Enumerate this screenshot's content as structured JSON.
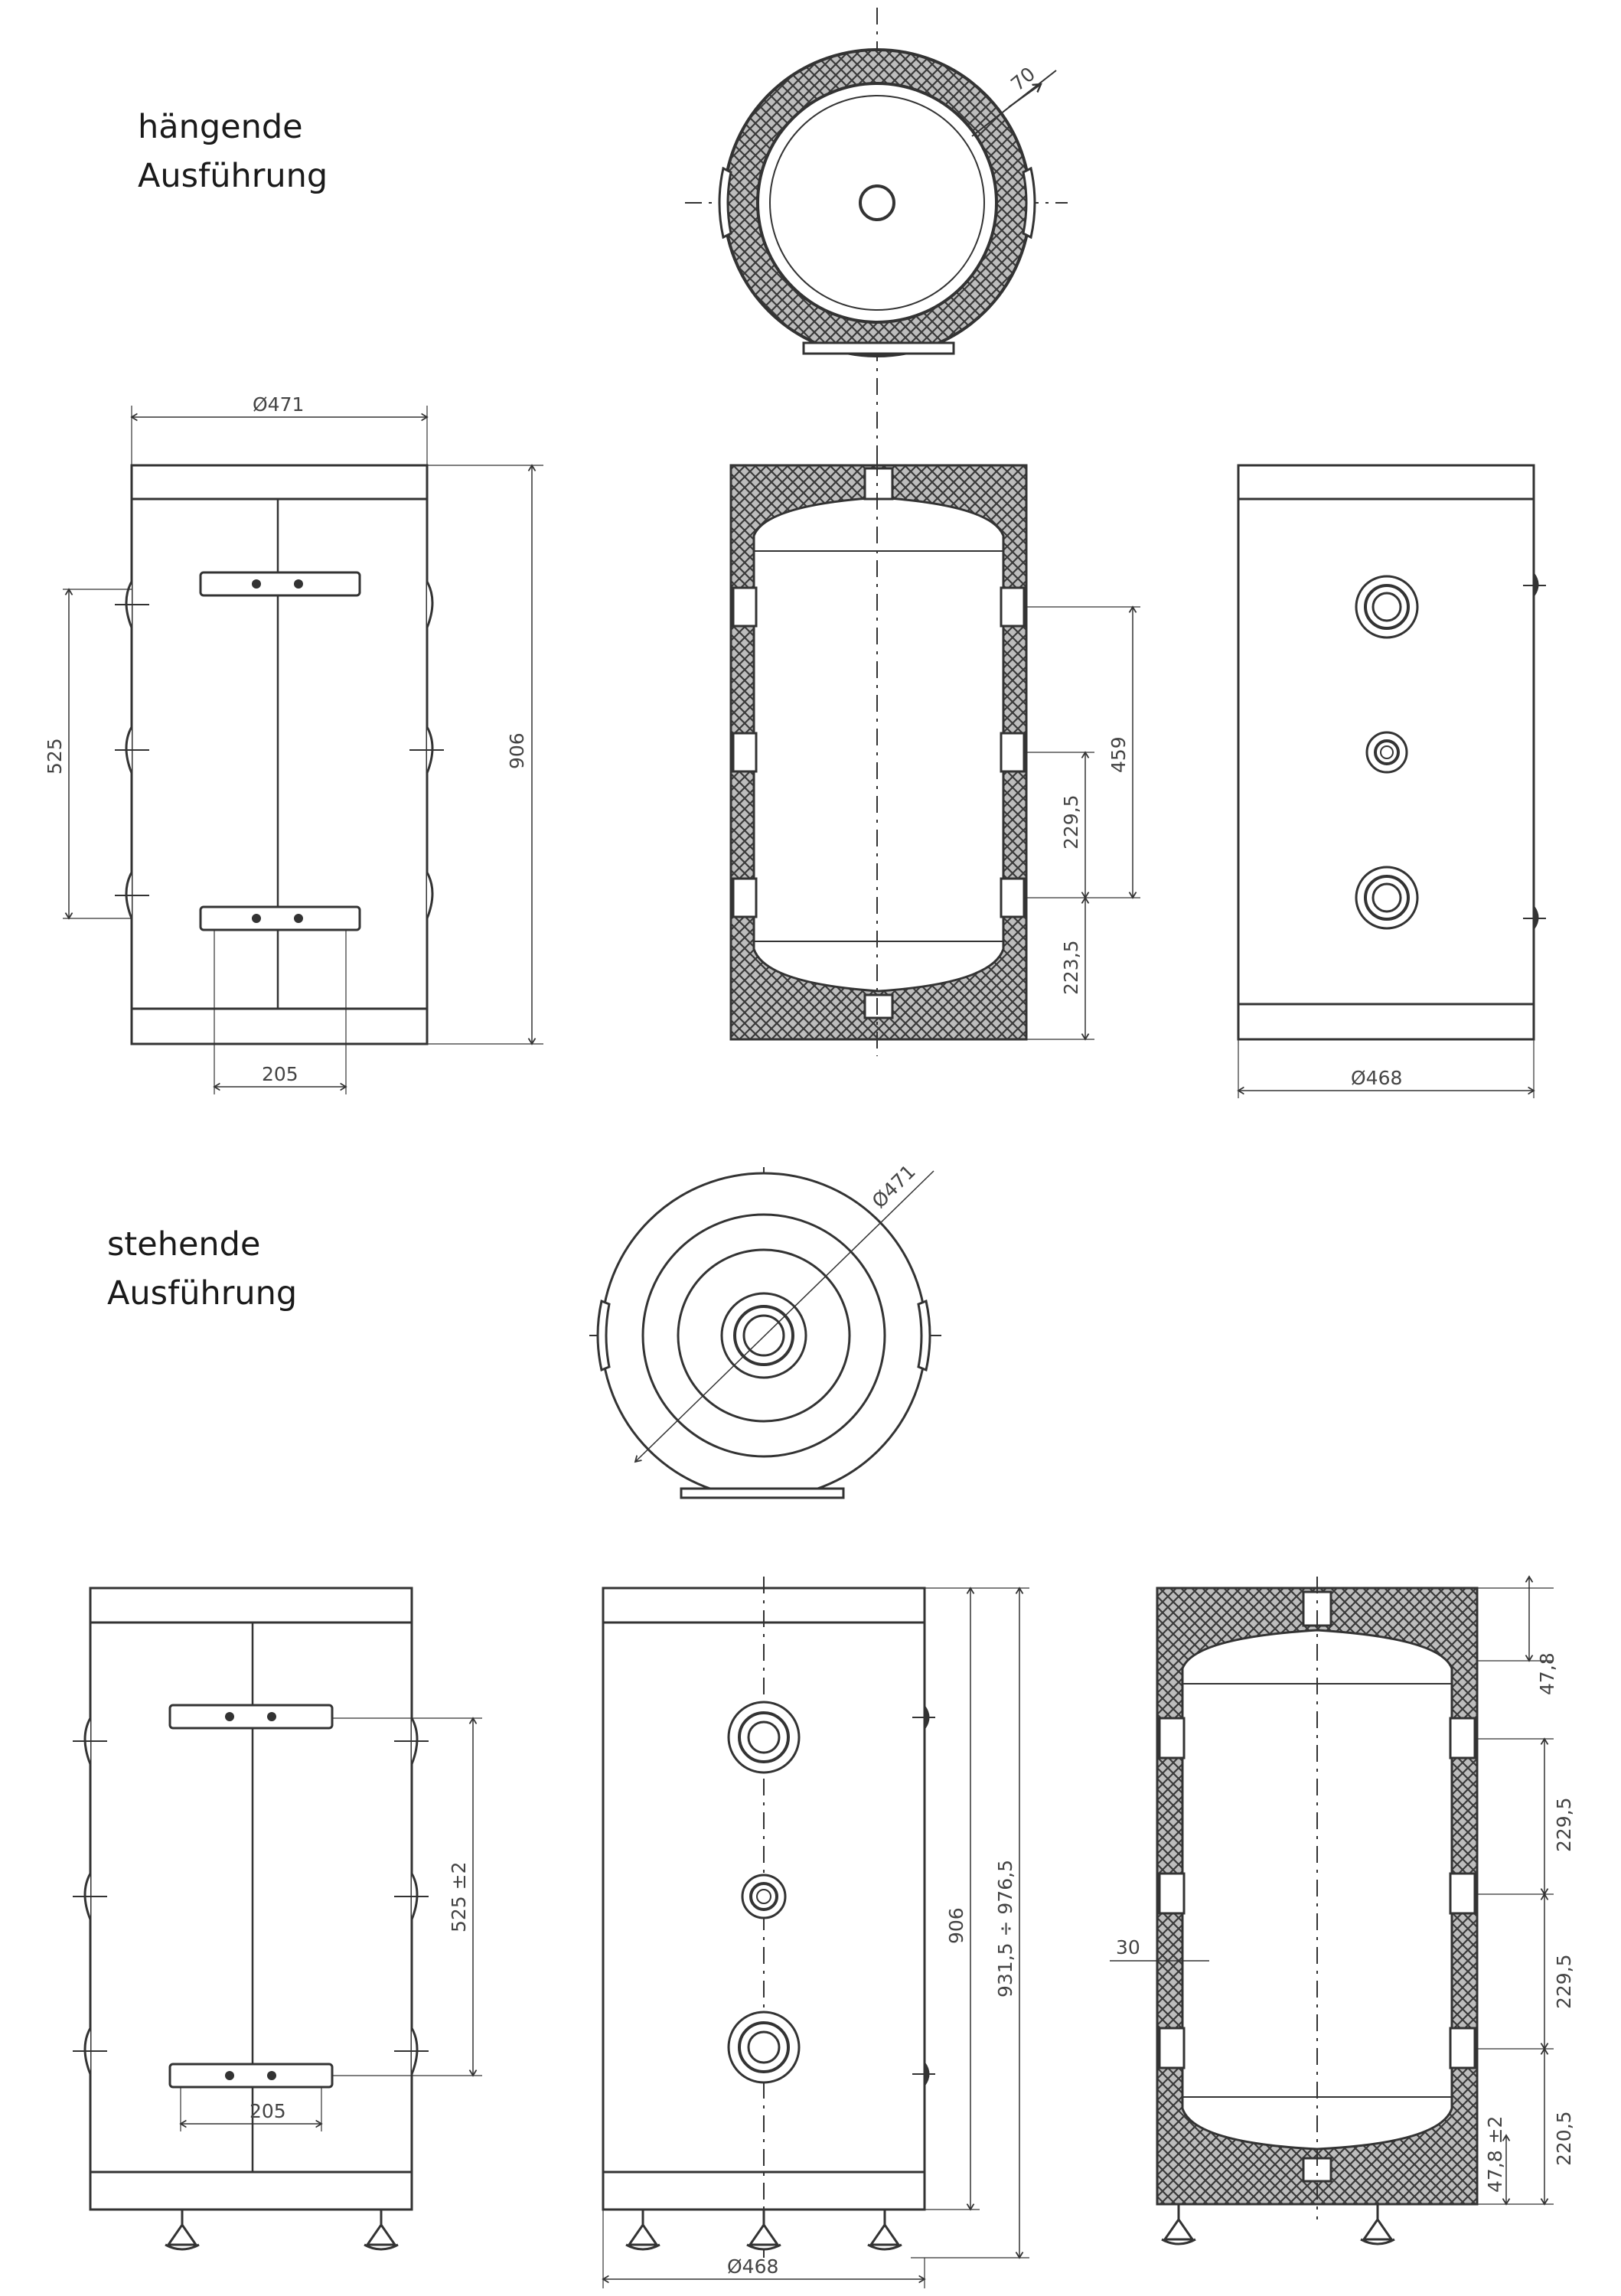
{
  "headings": {
    "hanging_line1": "hängende",
    "hanging_line2": "Ausführung",
    "standing_line1": "stehende",
    "standing_line2": "Ausführung"
  },
  "dimensions": {
    "h_top_insulation": "70",
    "h_diameter_side": "Ø471",
    "h_height": "906",
    "h_spacing_525": "525",
    "h_bracket_205": "205",
    "h_section_459": "459",
    "h_section_229": "229,5",
    "h_section_223": "223,5",
    "h_diameter_back": "Ø468",
    "s_top_diameter": "Ø471",
    "s_spacing_525": "525 ±2",
    "s_bracket_205": "205",
    "s_height_906": "906",
    "s_height_range": "931,5 ÷ 976,5",
    "s_diameter_front": "Ø468",
    "s_section_478": "47,8",
    "s_section_229a": "229,5",
    "s_section_229b": "229,5",
    "s_section_220": "220,5",
    "s_section_478b": "47,8 ±2",
    "s_section_30": "30"
  },
  "colors": {
    "line": "#333333",
    "hatch": "#3a3a3a",
    "background": "#ffffff"
  }
}
